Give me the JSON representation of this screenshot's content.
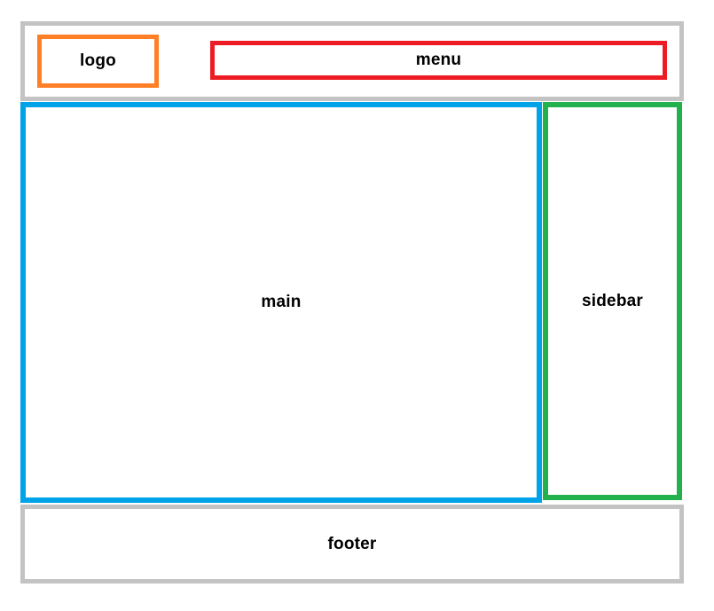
{
  "wireframe": {
    "header": {
      "logo_label": "logo",
      "menu_label": "menu"
    },
    "main_label": "main",
    "sidebar_label": "sidebar",
    "footer_label": "footer"
  },
  "colors": {
    "canvas-bg": "#ffffff",
    "header-border": "#c3c3c3",
    "footer-border": "#c3c3c3",
    "logo-border": "#ff7f27",
    "menu-border": "#ed1c24",
    "main-border": "#00a2e8",
    "sidebar-border": "#22b14c",
    "label-text": "#000000"
  }
}
